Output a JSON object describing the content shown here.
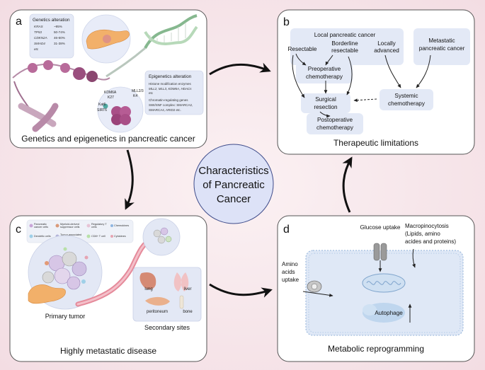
{
  "center": {
    "line1": "Characteristics",
    "line2": "of Pancreatic",
    "line3": "Cancer"
  },
  "panel_a": {
    "letter": "a",
    "caption": "Genetics and epigenetics in pancreatic cancer",
    "genetics": {
      "title": "Genetics alteration",
      "rows": [
        {
          "gene": "KRAS",
          "pct": "~95%"
        },
        {
          "gene": "TP53",
          "pct": "50-74%"
        },
        {
          "gene": "CDKN2A",
          "pct": "46-60%"
        },
        {
          "gene": "SMAD4",
          "pct": "31-38%"
        },
        {
          "gene": "etc",
          "pct": ""
        }
      ]
    },
    "epigenetics": {
      "title": "Epigenetics alteration",
      "hist_title": "Histone modification enzymes",
      "hist_l1": "MLL2, MLL3, KDM6A, HDACs",
      "hist_l2": "etc",
      "chrom_title": "Chromatin-regulating genes",
      "chrom_l1": "SWI/SNF complex: SMARCA2,",
      "chrom_l2": "SMARCA4, ARID2 etc."
    },
    "enzyme_labels": {
      "kdm6a": "KDM6A",
      "k27": "K27",
      "mll": "MLL2/3",
      "k4": "K4",
      "kat6": "Kat6",
      "sirt6": "SIRT6"
    }
  },
  "panel_b": {
    "letter": "b",
    "caption": "Therapeutic limitations",
    "local_title": "Local pancreatic cancer",
    "resectable": "Resectable",
    "borderline_l1": "Borderline",
    "borderline_l2": "resectable",
    "locally_l1": "Locally",
    "locally_l2": "advanced",
    "meta_l1": "Metastatic",
    "meta_l2": "pancreatic cancer",
    "preop_l1": "Preoperative",
    "preop_l2": "chemotherapy",
    "surg_l1": "Surgical",
    "surg_l2": "resection",
    "systemic_l1": "Systemic",
    "systemic_l2": "chemotherapy",
    "postop_l1": "Postoperative",
    "postop_l2": "chemotherapy"
  },
  "panel_c": {
    "letter": "c",
    "caption": "Highly metastatic disease",
    "primary": "Primary tumor",
    "secondary": "Secondary sites",
    "legend": [
      {
        "l1": "Pancreatic",
        "l2": "cancer cells"
      },
      {
        "l1": "Myeloid-derived",
        "l2": "suppressor cells"
      },
      {
        "l1": "Regulatory T",
        "l2": "cells"
      },
      {
        "l1": "Chemokines",
        "l2": ""
      },
      {
        "l1": "Dendritic cells",
        "l2": ""
      },
      {
        "l1": "Tumor-associated",
        "l2": "macrophages"
      },
      {
        "l1": "CD8+ T cell",
        "l2": ""
      },
      {
        "l1": "Cytokines",
        "l2": ""
      }
    ],
    "organs": {
      "lung": "lung",
      "liver": "liver",
      "peritoneum": "peritoneum",
      "bone": "bone"
    }
  },
  "panel_d": {
    "letter": "d",
    "caption": "Metabolic reprogramming",
    "glucose": "Glucose uptake",
    "macro_l1": "Macropinocytosis",
    "macro_l2": "(Lipids, amino",
    "macro_l3": "acides and proteins)",
    "amino_l1": "Amino",
    "amino_l2": "acids",
    "amino_l3": "uptake",
    "autophage": "Autophage"
  }
}
